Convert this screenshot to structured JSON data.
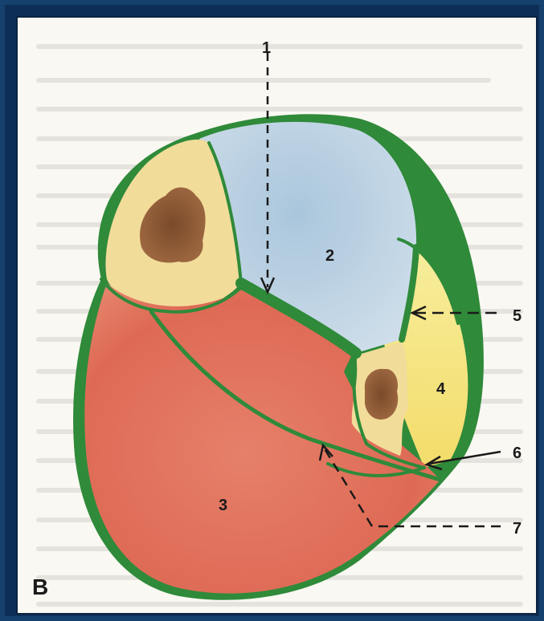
{
  "figure": {
    "panel_letter": "B",
    "labels": [
      {
        "id": "1",
        "text": "1"
      },
      {
        "id": "2",
        "text": "2"
      },
      {
        "id": "3",
        "text": "3"
      },
      {
        "id": "4",
        "text": "4"
      },
      {
        "id": "5",
        "text": "5"
      },
      {
        "id": "6",
        "text": "6"
      },
      {
        "id": "7",
        "text": "7"
      }
    ]
  },
  "colors": {
    "frame": "#16416e",
    "background": "#faf8f2",
    "outline_green": "#2f8a3a",
    "blue_compartment": "#b9cfe0",
    "red_compartment": "#e0705a",
    "yellow_compartment": "#f5e27a",
    "bone_yellow": "#f2dc9a",
    "marrow_brown": "#8a5a35"
  }
}
